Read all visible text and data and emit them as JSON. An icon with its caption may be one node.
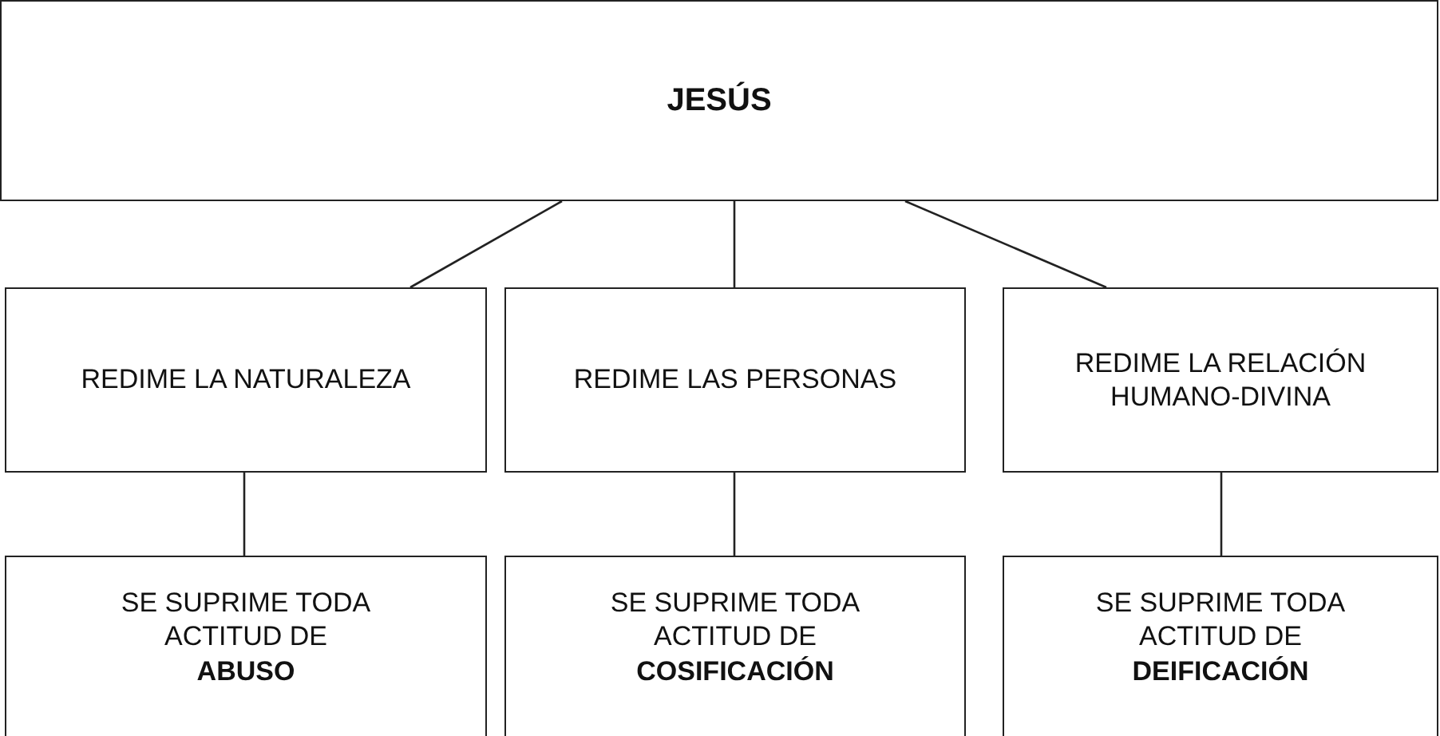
{
  "diagram": {
    "nodes": [
      {
        "text": [
          "JESÚS"
        ]
      },
      {
        "text": [
          "REDIME LA NATURALEZA"
        ]
      },
      {
        "text": [
          "REDIME LAS PERSONAS"
        ]
      },
      {
        "text": [
          "REDIME LA RELACIÓN HUMANO-DIVINA"
        ]
      },
      {
        "text": [
          "SE SUPRIME TODA ACTITUD DE **ABUSO**"
        ]
      },
      {
        "text": [
          "SE SUPRIME TODA ACTITUD DE **COSIFICACIÓN**"
        ]
      },
      {
        "text": [
          "SE SUPRIME TODA ACTITUD DE **DEIFICACIÓN**"
        ]
      }
    ],
    "edges": [
      {
        "from": 0,
        "to": 1,
        "arrow": "none"
      },
      {
        "from": 0,
        "to": 2,
        "arrow": "none"
      },
      {
        "from": 0,
        "to": 3,
        "arrow": "none"
      },
      {
        "from": 1,
        "to": 4,
        "arrow": "none"
      },
      {
        "from": 2,
        "to": 5,
        "arrow": "none"
      },
      {
        "from": 3,
        "to": 6,
        "arrow": "none"
      }
    ]
  }
}
